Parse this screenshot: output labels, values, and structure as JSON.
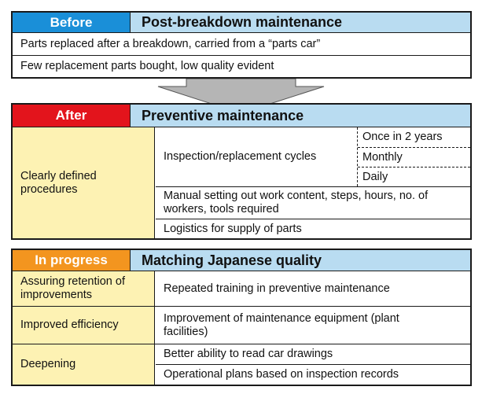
{
  "before": {
    "tag": "Before",
    "title": "Post-breakdown maintenance",
    "rows": [
      "Parts replaced after a breakdown, carried from a “parts car”",
      "Few replacement parts bought, low quality evident"
    ]
  },
  "after": {
    "tag": "After",
    "title": "Preventive maintenance",
    "left_label": "Clearly defined procedures",
    "cycles_label": "Inspection/replacement cycles",
    "cycles": [
      "Once in 2 years",
      "Monthly",
      "Daily"
    ],
    "manual": "Manual setting out work content, steps, hours, no. of workers, tools required",
    "logistics": "Logistics for supply of parts"
  },
  "progress": {
    "tag": "In progress",
    "title": "Matching Japanese quality",
    "groups": [
      {
        "label": "Assuring retention of improvements",
        "items": [
          "Repeated training in preventive maintenance"
        ]
      },
      {
        "label": "Improved efficiency",
        "items": [
          "Improvement of maintenance equipment (plant facilities)"
        ]
      },
      {
        "label": "Deepening",
        "items": [
          "Better ability to read car drawings",
          "Operational plans based on inspection records"
        ]
      }
    ]
  },
  "colors": {
    "before_tag": "#1a8fd8",
    "after_tag": "#e3141c",
    "progress_tag": "#f3951f",
    "header": "#b9dcf1",
    "label_cell": "#fdf2b3",
    "arrow": "#b5b5b5"
  }
}
